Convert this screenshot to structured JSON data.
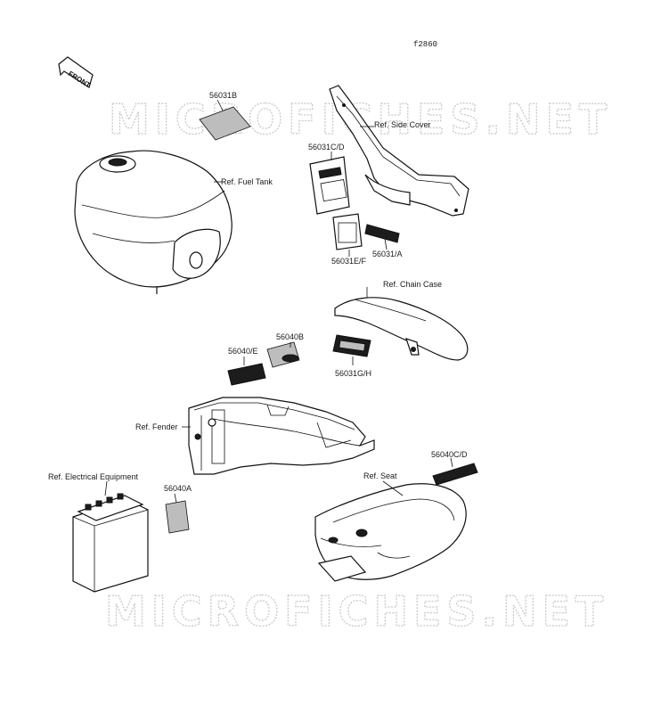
{
  "figure_id": "f2860",
  "front_arrow": "FRONT",
  "watermark": "MICROFICHES.NET",
  "labels": {
    "p56031b": "56031B",
    "fuel_tank": "Ref. Fuel Tank",
    "side_cover": "Ref. Side Cover",
    "p56031cd": "56031C/D",
    "p56031ef": "56031E/F",
    "p56031a": "56031/A",
    "chain_case": "Ref. Chain Case",
    "p56040b": "56040B",
    "p56040e": "56040/E",
    "p56031gh": "56031G/H",
    "fender": "Ref. Fender",
    "p56040cd": "56040C/D",
    "seat": "Ref. Seat",
    "electrical": "Ref. Electrical Equipment",
    "p56040a": "56040A"
  }
}
